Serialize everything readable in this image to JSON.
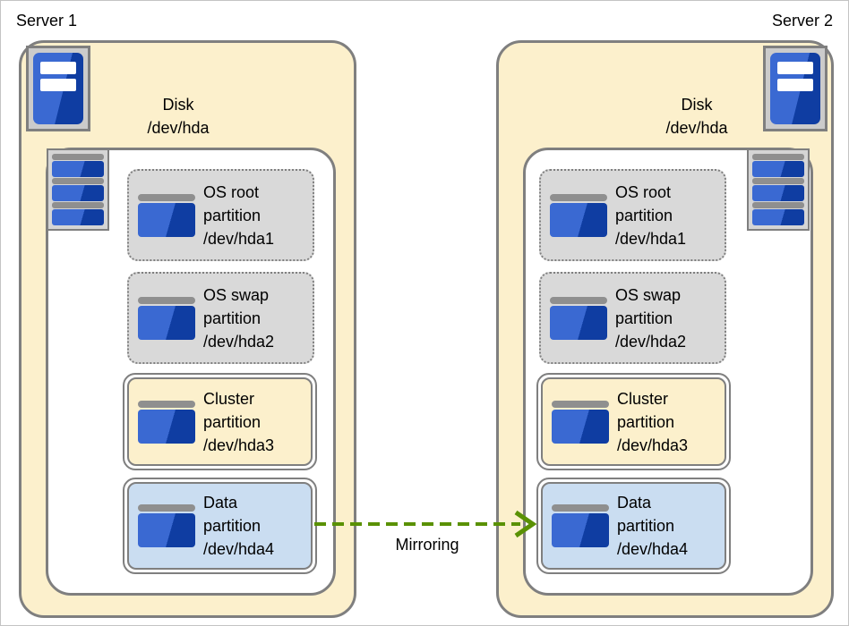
{
  "servers": [
    {
      "name": "Server 1",
      "disk_label": [
        "Disk",
        "/dev/hda"
      ],
      "partitions": [
        {
          "type": "os",
          "lines": [
            "OS root",
            "partition",
            "/dev/hda1"
          ]
        },
        {
          "type": "os",
          "lines": [
            "OS swap",
            "partition",
            "/dev/hda2"
          ]
        },
        {
          "type": "cluster",
          "lines": [
            "Cluster",
            "partition",
            "/dev/hda3"
          ]
        },
        {
          "type": "data",
          "lines": [
            "Data",
            "partition",
            "/dev/hda4"
          ]
        }
      ]
    },
    {
      "name": "Server 2",
      "disk_label": [
        "Disk",
        "/dev/hda"
      ],
      "partitions": [
        {
          "type": "os",
          "lines": [
            "OS root",
            "partition",
            "/dev/hda1"
          ]
        },
        {
          "type": "os",
          "lines": [
            "OS swap",
            "partition",
            "/dev/hda2"
          ]
        },
        {
          "type": "cluster",
          "lines": [
            "Cluster",
            "partition",
            "/dev/hda3"
          ]
        },
        {
          "type": "data",
          "lines": [
            "Data",
            "partition",
            "/dev/hda4"
          ]
        }
      ]
    }
  ],
  "arrow": {
    "label": "Mirroring",
    "direction": "server1-to-server2"
  },
  "colors": {
    "canvas_border": "#C4C4C4",
    "box_border": "#7F7F7F",
    "disk_fill": "#FCF0CC",
    "partition_gray": "#D9D9D9",
    "cluster_fill": "#FCF0CC",
    "data_fill": "#CADDF1",
    "blue_light": "#3A69D2",
    "blue_dark": "#0F3DA2",
    "bar_gray": "#8F8F8F",
    "icon_box_fill": "#CBCBCB",
    "arrow_green": "#5A9104"
  }
}
